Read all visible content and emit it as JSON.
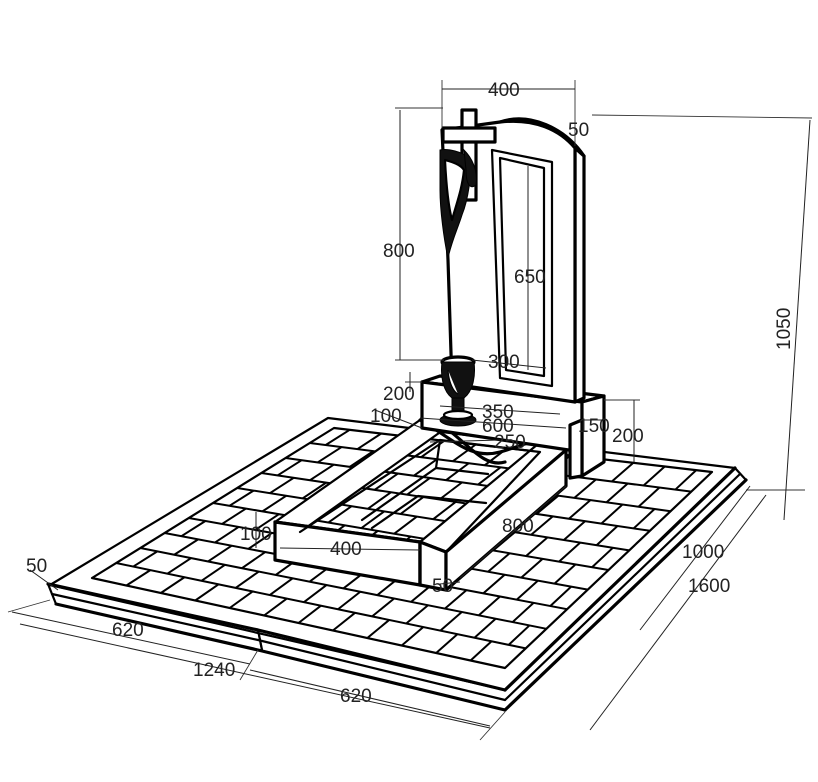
{
  "dimensions": {
    "top_width": "400",
    "top_arch": "50",
    "stele_height": "800",
    "total_height": "1050",
    "panel_height": "650",
    "panel_width": "300",
    "base_height": "200",
    "base_depth": "350",
    "base_width": "600",
    "base_side": "150",
    "pedestal_height": "200",
    "gap_small": "100",
    "flowerbed_top": "250",
    "flowerbed_inner_width": "400",
    "flowerbed_side_height": "100",
    "flowerbed_length": "800",
    "border_width": "50",
    "border_width_2": "50",
    "depth_total": "1000",
    "depth_overall": "1600",
    "width_left": "620",
    "width_total": "1240",
    "width_right": "620"
  }
}
